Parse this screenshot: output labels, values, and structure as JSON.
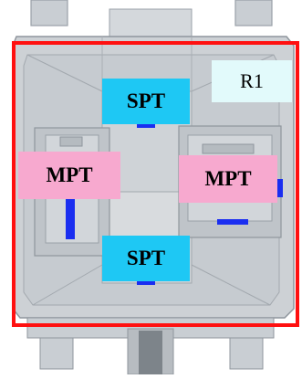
{
  "labels": {
    "spt_top": "SPT",
    "spt_bottom": "SPT",
    "mpt_left": "MPT",
    "mpt_right": "MPT",
    "region": "R1"
  },
  "colors": {
    "spt_fill": "#1ec8f4",
    "mpt_fill": "#f7a9cf",
    "region_label_fill": "#e2fafb",
    "region_border": "#ff1010",
    "housing": "#c9ced3",
    "housing_edge": "#9aa1a8",
    "contact_blue": "#1a2ef0"
  },
  "icons": [
    "connector-housing-drawing"
  ]
}
